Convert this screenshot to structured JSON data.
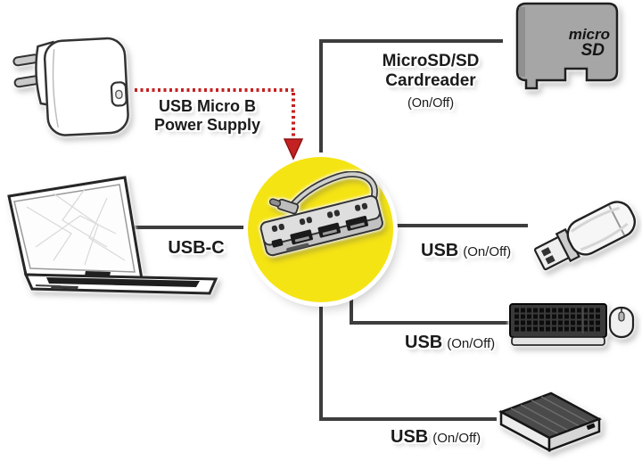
{
  "hub": {
    "icon": "usb-c-hub-icon",
    "highlight_color": "#f5e414"
  },
  "connections": {
    "power": {
      "line1": "USB Micro B",
      "line2": "Power Supply",
      "icon": "wall-charger-icon",
      "link_style": "red-dotted-arrow"
    },
    "cardreader": {
      "line1": "MicroSD/SD",
      "line2": "Cardreader",
      "mode": "(On/Off)",
      "icon": "microsd-card-icon"
    },
    "host": {
      "port": "USB-C",
      "icon": "laptop-icon"
    },
    "flash": {
      "port": "USB",
      "mode": "(On/Off)",
      "icon": "usb-flash-drive-icon"
    },
    "keyboard_mouse": {
      "port": "USB",
      "mode": "(On/Off)",
      "icon": "keyboard-mouse-icon"
    },
    "hard_drive": {
      "port": "USB",
      "mode": "(On/Off)",
      "icon": "hard-drive-icon"
    }
  },
  "microsd_logo": {
    "line1": "micro",
    "line2": "SD"
  },
  "colors": {
    "highlight_circle": "#f5e414",
    "connector_line": "#3d3d3d",
    "arrow_red": "#c42222",
    "label_text": "#1b1b1b",
    "card_gray": "#a6a6a6"
  }
}
